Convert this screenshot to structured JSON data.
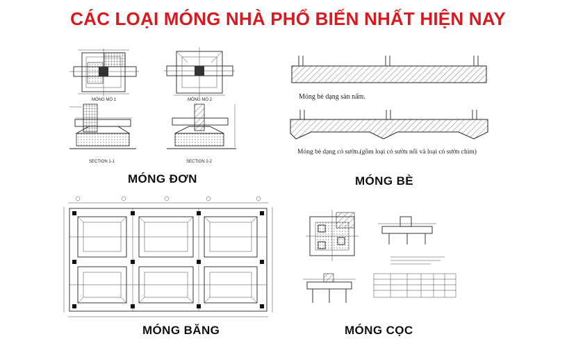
{
  "title": "CÁC LOẠI MÓNG NHÀ PHỔ BIẾN NHẤT HIỆN NAY",
  "title_color": "#d71920",
  "panels": {
    "mong_don": {
      "label": "MÓNG ĐƠN",
      "sub_labels": [
        "MÓNG MÓ 1",
        "MÓNG MÓ 2",
        "SECTION 1-1",
        "SECTION 2-2"
      ]
    },
    "mong_be": {
      "label": "MÓNG BÈ",
      "note_1": "Móng bè dạng sàn nấm.",
      "note_2": "Móng bè dạng có sườn.(gồm loại có sườn nổi và loại có sườn chìm)"
    },
    "mong_bang": {
      "label": "MÓNG BĂNG"
    },
    "mong_coc": {
      "label": "MÓNG CỌC"
    }
  }
}
